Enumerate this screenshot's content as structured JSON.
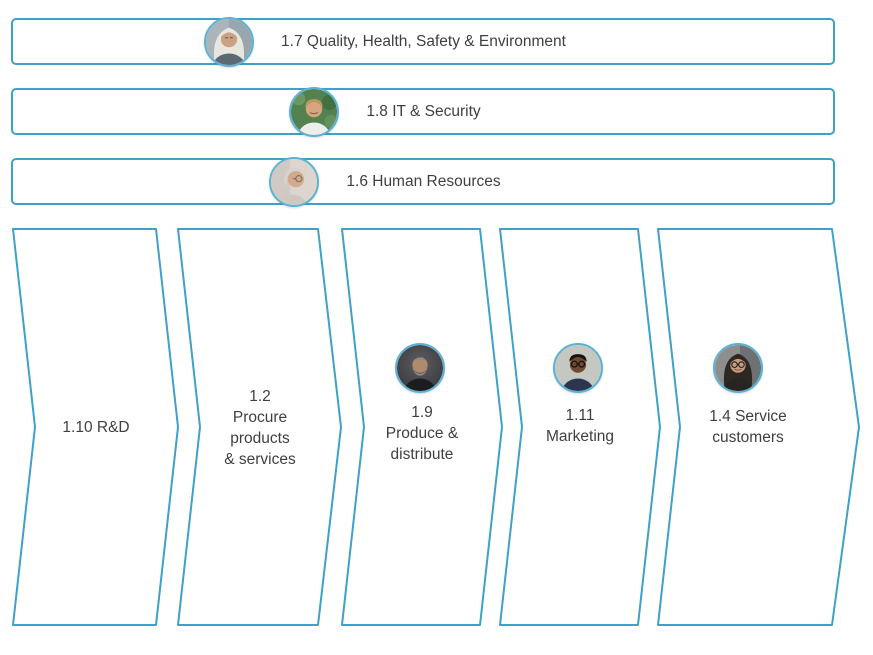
{
  "diagram": {
    "type": "process-landscape",
    "accent_color": "#3ea2c6",
    "avatar_ring_color": "#5ab3d4",
    "text_color": "#3f3f3f",
    "background_color": "#ffffff",
    "lanes": [
      {
        "id": "1.7",
        "label": "1.7 Quality, Health, Safety & Environment",
        "avatar": "woman-white-hair-portrait"
      },
      {
        "id": "1.8",
        "label": "1.8 IT & Security",
        "avatar": "man-white-shirt-outdoors-portrait"
      },
      {
        "id": "1.6",
        "label": "1.6 Human Resources",
        "avatar": "platinum-hair-glasses-portrait"
      }
    ],
    "processes": [
      {
        "id": "1.10",
        "label": "1.10 R&D",
        "avatar": null
      },
      {
        "id": "1.2",
        "label": "1.2\nProcure\nproducts\n& services",
        "avatar": null
      },
      {
        "id": "1.9",
        "label": "1.9\nProduce &\ndistribute",
        "avatar": "bearded-man-dark-portrait"
      },
      {
        "id": "1.11",
        "label": "1.11\nMarketing",
        "avatar": "man-glasses-navy-tee-portrait"
      },
      {
        "id": "1.4",
        "label": "1.4 Service\ncustomers",
        "avatar": "woman-glasses-dark-top-portrait"
      }
    ]
  }
}
